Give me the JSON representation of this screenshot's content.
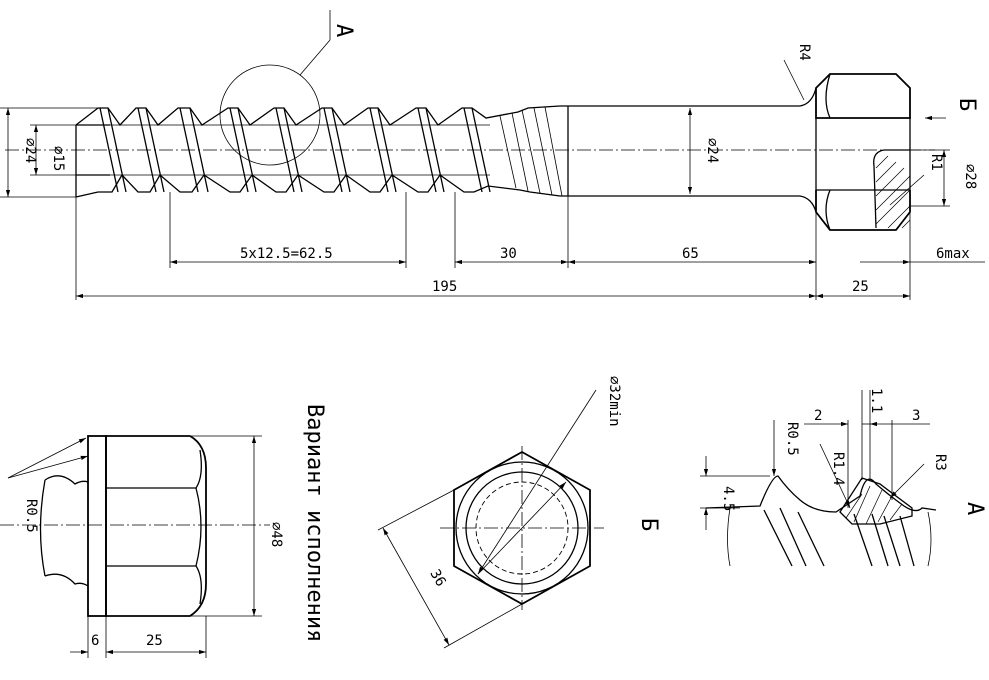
{
  "main_view": {
    "dim_total_length": "195",
    "dim_thread_pitch": "5x12.5=62.5",
    "dim_taper_length": "30",
    "dim_shank_length": "65",
    "dim_head_height": "25",
    "dim_head_recess": "6max",
    "dim_thread_major_dia": "⌀24",
    "dim_thread_minor_dia": "⌀15",
    "dim_shank_dia": "⌀24",
    "dim_recess_dia": "⌀28",
    "radius_fillet_head": "R4",
    "radius_recess": "R1",
    "view_label_a": "A",
    "view_label_b": "Б"
  },
  "variant_view": {
    "title": "Вариант исполнения",
    "radius_label": "R0.5",
    "dim_flange_dia": "⌀48",
    "dim_flange_thickness": "6",
    "dim_head_height": "25"
  },
  "end_view_b": {
    "label": "Б",
    "dim_across_flats": "36",
    "dim_min_dia": "⌀32min"
  },
  "detail_a": {
    "label": "A",
    "dim_height": "4.5",
    "radius_tip": "R0.5",
    "radius_root": "R1.4",
    "radius_flank": "R3",
    "dim_width_2": "2",
    "dim_width_1_1": "1.1",
    "dim_width_3": "3"
  }
}
